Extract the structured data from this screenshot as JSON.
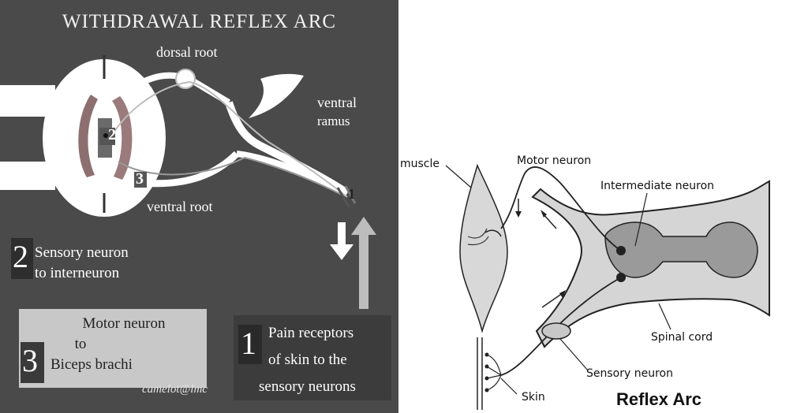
{
  "left": {
    "title": "WITHDRAWAL REFLEX ARC",
    "labels": {
      "dorsal_root": "dorsal root",
      "ventral_ramus_1": "ventral",
      "ventral_ramus_2": "ramus",
      "ventral_root": "ventral root"
    },
    "markers": {
      "m1": "1",
      "m2": "2",
      "m3": "3"
    },
    "step2": {
      "number": "2",
      "line1": "Sensory neuron",
      "line2": "to interneuron"
    },
    "step3": {
      "number": "3",
      "line1": "Motor neuron",
      "line2": "to",
      "line3": "Biceps brachi"
    },
    "step1": {
      "number": "1",
      "line1": "Pain receptors",
      "line2": "of skin to the",
      "line3": "sensory neurons"
    },
    "watermark": "camelot@lmc"
  },
  "right": {
    "labels": {
      "muscle": "muscle",
      "motor_neuron": "Motor neuron",
      "intermediate_neuron": "Intermediate neuron",
      "spinal_cord": "Spinal cord",
      "sensory_neuron": "Sensory neuron",
      "skin": "Skin"
    },
    "title": "Reflex Arc"
  }
}
